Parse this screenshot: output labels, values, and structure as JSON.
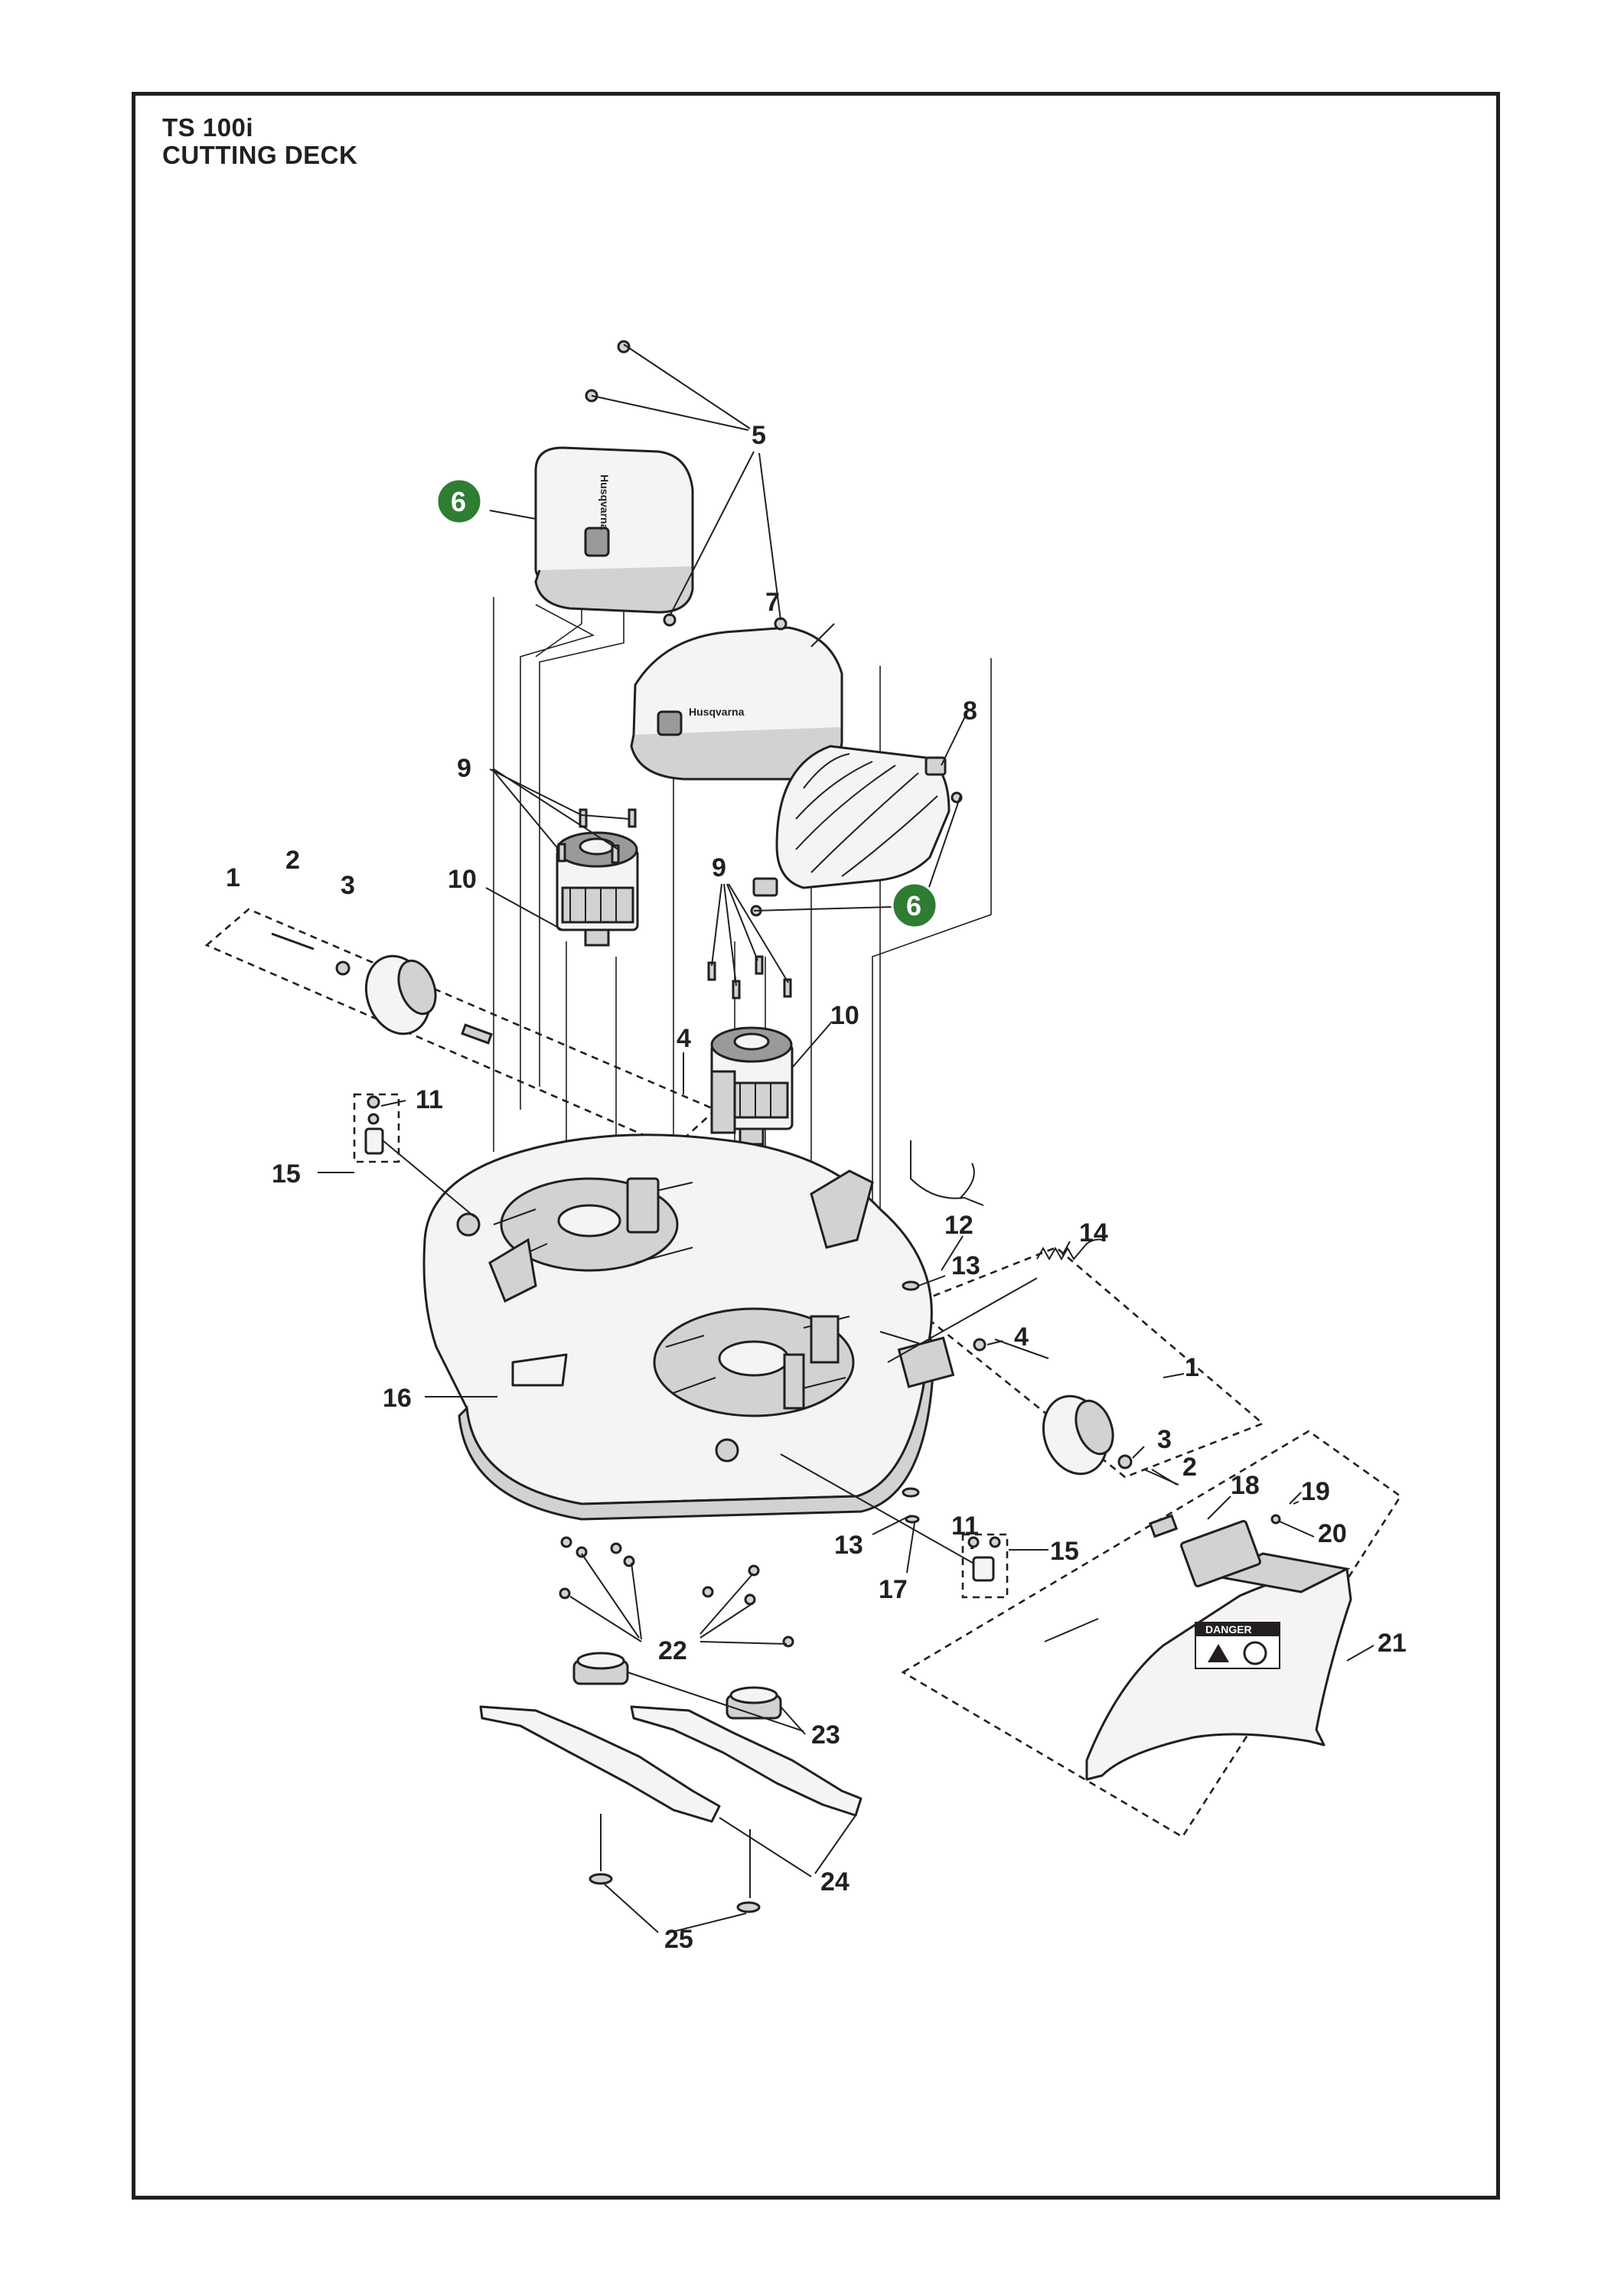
{
  "title": {
    "model": "TS 100i",
    "section": "CUTTING DECK"
  },
  "colors": {
    "highlight": "#2e7d32",
    "ink": "#231f20"
  },
  "callouts": [
    {
      "id": "c1a",
      "number": "1"
    },
    {
      "id": "c2a",
      "number": "2"
    },
    {
      "id": "c3a",
      "number": "3"
    },
    {
      "id": "c4a",
      "number": "4"
    },
    {
      "id": "c5",
      "number": "5"
    },
    {
      "id": "c6a",
      "number": "6",
      "highlighted": true
    },
    {
      "id": "c7",
      "number": "7"
    },
    {
      "id": "c8",
      "number": "8"
    },
    {
      "id": "c6b",
      "number": "6",
      "highlighted": true
    },
    {
      "id": "c9a",
      "number": "9"
    },
    {
      "id": "c9b",
      "number": "9"
    },
    {
      "id": "c10a",
      "number": "10"
    },
    {
      "id": "c10b",
      "number": "10"
    },
    {
      "id": "c11a",
      "number": "11"
    },
    {
      "id": "c11b",
      "number": "11"
    },
    {
      "id": "c12",
      "number": "12"
    },
    {
      "id": "c13a",
      "number": "13"
    },
    {
      "id": "c13b",
      "number": "13"
    },
    {
      "id": "c14",
      "number": "14"
    },
    {
      "id": "c15a",
      "number": "15"
    },
    {
      "id": "c15b",
      "number": "15"
    },
    {
      "id": "c16",
      "number": "16"
    },
    {
      "id": "c1b",
      "number": "1"
    },
    {
      "id": "c4b",
      "number": "4"
    },
    {
      "id": "c3b",
      "number": "3"
    },
    {
      "id": "c2b",
      "number": "2"
    },
    {
      "id": "c17",
      "number": "17"
    },
    {
      "id": "c18",
      "number": "18"
    },
    {
      "id": "c19",
      "number": "19"
    },
    {
      "id": "c20",
      "number": "20"
    },
    {
      "id": "c21",
      "number": "21"
    },
    {
      "id": "c22",
      "number": "22"
    },
    {
      "id": "c23",
      "number": "23"
    },
    {
      "id": "c24",
      "number": "24"
    },
    {
      "id": "c25",
      "number": "25"
    }
  ],
  "labels": {
    "cover_logo": "Husqvarna",
    "decal": "DANGER"
  }
}
